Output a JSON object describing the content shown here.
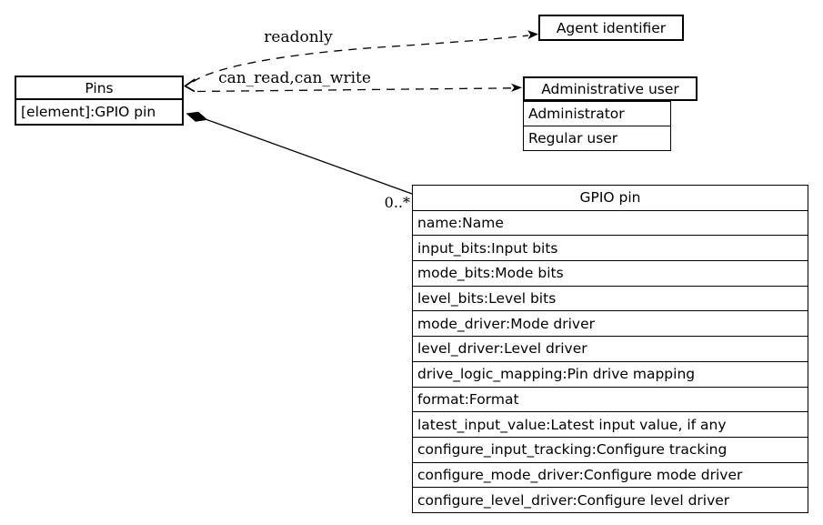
{
  "diagram": {
    "colors": {
      "background": "#ffffff",
      "line": "#000000",
      "node_fill": "#ffffff",
      "text": "#000000"
    },
    "nodes": {
      "pins": {
        "title": "Pins",
        "attributes": [
          "[element]:GPIO pin"
        ]
      },
      "agent_identifier": {
        "title": "Agent identifier"
      },
      "administrative_user": {
        "title": "Administrative user",
        "variants": [
          "Administrator",
          "Regular user"
        ]
      },
      "gpio_pin": {
        "title": "GPIO pin",
        "attributes": [
          "name:Name",
          "input_bits:Input bits",
          "mode_bits:Mode bits",
          "level_bits:Level bits",
          "mode_driver:Mode driver",
          "level_driver:Level driver",
          "drive_logic_mapping:Pin drive mapping",
          "format:Format",
          "latest_input_value:Latest input value, if any",
          "configure_input_tracking:Configure tracking",
          "configure_mode_driver:Configure mode driver",
          "configure_level_driver:Configure level driver"
        ]
      }
    },
    "edges": {
      "readonly": {
        "label": "readonly",
        "style": "dashed",
        "from": "Pins",
        "to": "Agent identifier"
      },
      "can_read_can_write": {
        "label": "can_read,can_write",
        "style": "dashed",
        "from": "Pins",
        "to": "Administrative user"
      },
      "composition": {
        "multiplicity": "0..*",
        "style": "solid",
        "from": "Pins",
        "to": "GPIO pin"
      }
    }
  }
}
